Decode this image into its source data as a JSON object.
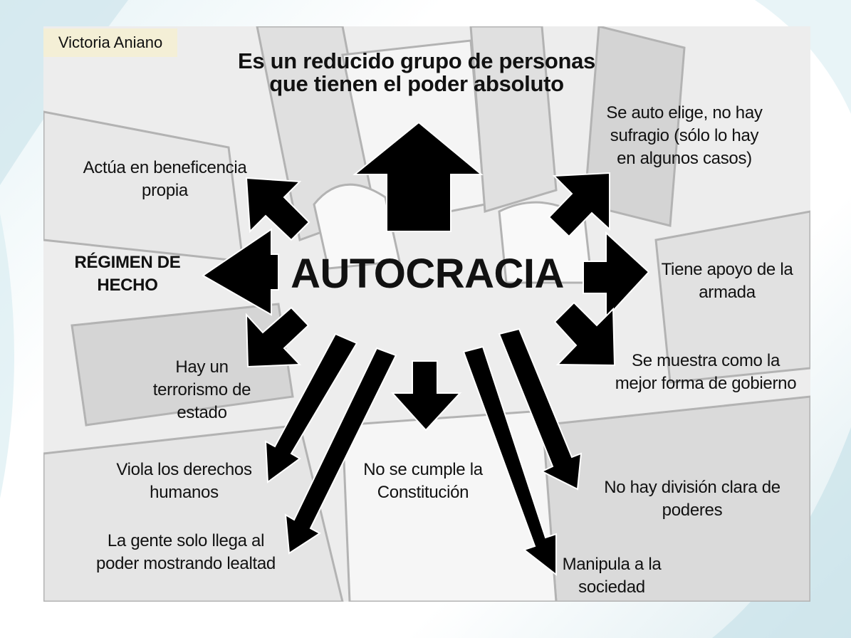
{
  "author": "Victoria Aniano",
  "diagram": {
    "center": "AUTOCRACIA",
    "top": "Es un reducido grupo de personas que tienen el poder absoluto",
    "labels": {
      "top_left": "Actúa en beneficencia propia",
      "top_right": "Se auto elige, no hay sufragio (sólo lo hay en algunos casos)",
      "left": "RÉGIMEN DE HECHO",
      "right": "Tiene apoyo de la armada",
      "mid_left": "Hay un terrorismo de estado",
      "mid_right": "Se muestra como la mejor forma de gobierno",
      "lower_left": "Viola los derechos humanos",
      "bottom_center": "No se cumple la Constitución",
      "lower_right": "No hay división clara de poderes",
      "bottom_left": "La gente solo llega al poder mostrando lealtad",
      "bottom_right": "Manipula a la sociedad"
    }
  }
}
